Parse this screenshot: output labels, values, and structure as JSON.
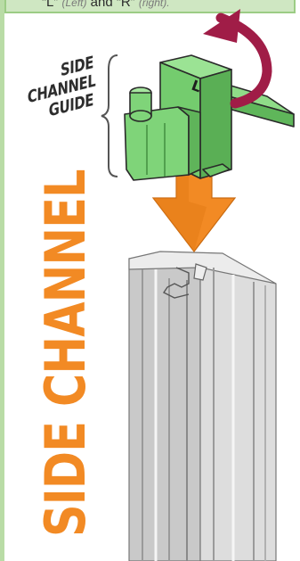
{
  "note": {
    "text_pre": "“L” ",
    "left_word": "(Left)",
    "and_word": " and “R” ",
    "right_word": "(right).",
    "fill": "#cfe7c2",
    "border": "#9ccc85"
  },
  "labels": {
    "guide_line1": "SIDE",
    "guide_line2": "CHANNEL",
    "guide_line3": "GUIDE",
    "channel": "SIDE CHANNEL",
    "guide_text_color": "#2d2d2d",
    "channel_text_color": "#f28a24"
  },
  "guide_part": {
    "marking": "L",
    "color": "#7dd17a",
    "outline": "#2a2a2a"
  },
  "colors": {
    "curved_arrow": "#a01d47",
    "down_arrow": "#f28a24",
    "channel_metal": "#d4d4d4",
    "channel_shadow": "#a9a9a9",
    "left_rule": "#b9dca6"
  }
}
